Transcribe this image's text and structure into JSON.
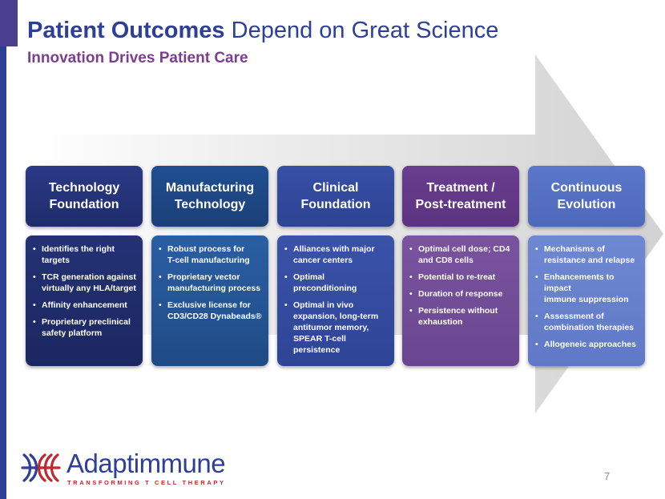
{
  "header": {
    "title_strong": "Patient Outcomes",
    "title_rest": " Depend on Great Science",
    "subtitle": "Innovation Drives Patient Care"
  },
  "columns": [
    {
      "heading": [
        "Technology",
        "Foundation"
      ],
      "bullets": [
        [
          "Identifies the right",
          "targets"
        ],
        [
          "TCR generation against",
          "virtually any HLA/target"
        ],
        [
          "Affinity enhancement"
        ],
        [
          "Proprietary preclinical",
          "safety platform"
        ]
      ]
    },
    {
      "heading": [
        "Manufacturing",
        "Technology"
      ],
      "bullets": [
        [
          "Robust process for",
          "T-cell manufacturing"
        ],
        [
          "Proprietary vector",
          "manufacturing process"
        ],
        [
          "Exclusive license for",
          "CD3/CD28 Dynabeads®"
        ]
      ]
    },
    {
      "heading": [
        "Clinical",
        "Foundation"
      ],
      "bullets": [
        [
          "Alliances with major",
          "cancer centers"
        ],
        [
          "Optimal",
          "preconditioning"
        ],
        [
          "Optimal in vivo",
          "expansion, long-term",
          "antitumor memory,",
          "SPEAR T-cell",
          "persistence"
        ]
      ]
    },
    {
      "heading": [
        "Treatment /",
        "Post-treatment"
      ],
      "bullets": [
        [
          "Optimal cell dose; CD4",
          "and CD8 cells"
        ],
        [
          "Potential to re-treat"
        ],
        [
          "Duration of response"
        ],
        [
          "Persistence without",
          "exhaustion"
        ]
      ]
    },
    {
      "heading": [
        "Continuous",
        "Evolution"
      ],
      "bullets": [
        [
          "Mechanisms of",
          "resistance and relapse"
        ],
        [
          "Enhancements to impact",
          "immune suppression"
        ],
        [
          "Assessment of",
          "combination therapies"
        ],
        [
          "Allogeneic approaches"
        ]
      ]
    }
  ],
  "logo": {
    "name": "Adaptimmune",
    "tagline": "TRANSFORMING  T CELL THERAPY"
  },
  "page_number": "7",
  "colors": {
    "navy": "#2e3f98",
    "purple": "#7b3f92",
    "logo_red": "#c2272d",
    "arrow_gray": "#e6e6e6"
  }
}
